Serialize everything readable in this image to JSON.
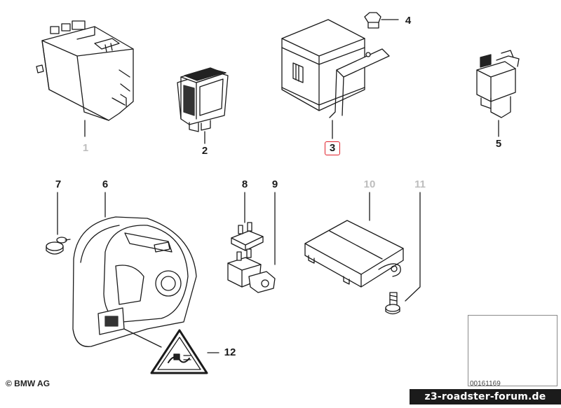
{
  "diagram": {
    "parts": [
      {
        "number": "1",
        "state": "faded"
      },
      {
        "number": "2",
        "state": "normal"
      },
      {
        "number": "3",
        "state": "selected"
      },
      {
        "number": "4",
        "state": "normal"
      },
      {
        "number": "5",
        "state": "normal"
      },
      {
        "number": "6",
        "state": "normal"
      },
      {
        "number": "7",
        "state": "normal"
      },
      {
        "number": "8",
        "state": "normal"
      },
      {
        "number": "9",
        "state": "normal"
      },
      {
        "number": "10",
        "state": "faded"
      },
      {
        "number": "11",
        "state": "faded"
      },
      {
        "number": "12",
        "state": "normal"
      }
    ],
    "copyright": "© BMW AG",
    "inset_code": "00161169",
    "watermark": "z3-roadster-forum.de",
    "colors": {
      "selected_border": "#e0202a",
      "faded_text": "#bdbdbd",
      "line": "#1a1a1a"
    }
  }
}
